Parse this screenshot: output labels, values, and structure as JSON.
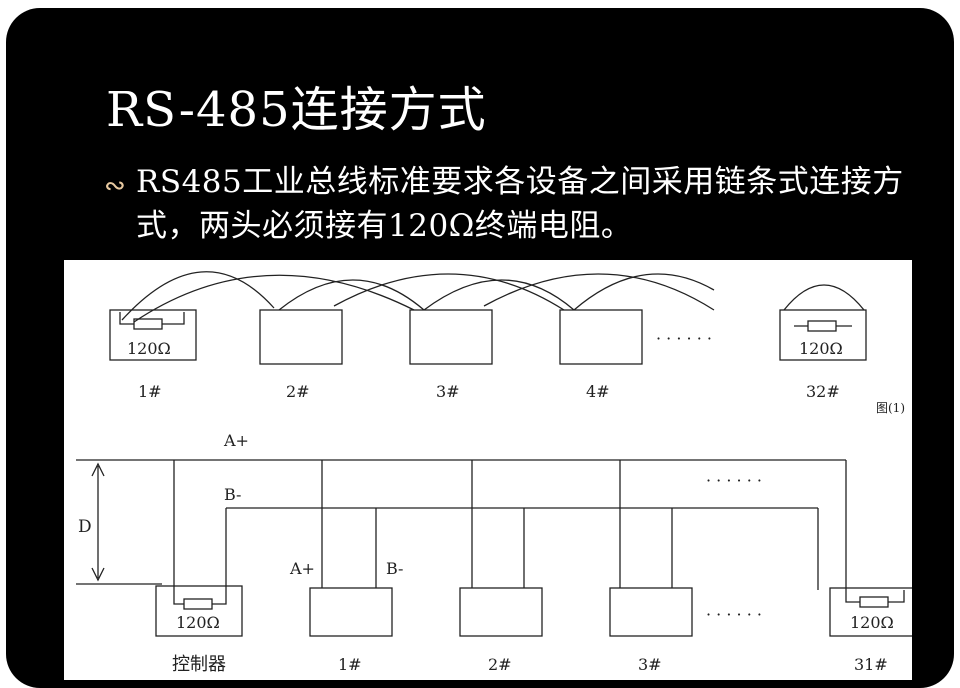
{
  "slide": {
    "title": "RS-485连接方式",
    "bullet_icon": "bullet-swirl-icon",
    "bullet_text": "RS485工业总线标准要求各设备之间采用链条式连接方式，两头必须接有120Ω终端电阻。"
  },
  "figure1": {
    "caption": "图(1)",
    "resistor_label": "120Ω",
    "ellipsis": "· · · · · ·",
    "devices": [
      "1#",
      "2#",
      "3#",
      "4#",
      "32#"
    ]
  },
  "figure2": {
    "line_a_label": "A+",
    "line_b_label": "B-",
    "distance_label": "D",
    "device_a_label": "A+",
    "device_b_label": "B-",
    "resistor_label": "120Ω",
    "ellipsis": "· · · · · ·",
    "controller_label": "控制器",
    "devices": [
      "1#",
      "2#",
      "3#",
      "31#"
    ]
  },
  "colors": {
    "background": "#000000",
    "text": "#ffffff",
    "bullet": "#e8c9a0",
    "diagram_line": "#222222"
  }
}
